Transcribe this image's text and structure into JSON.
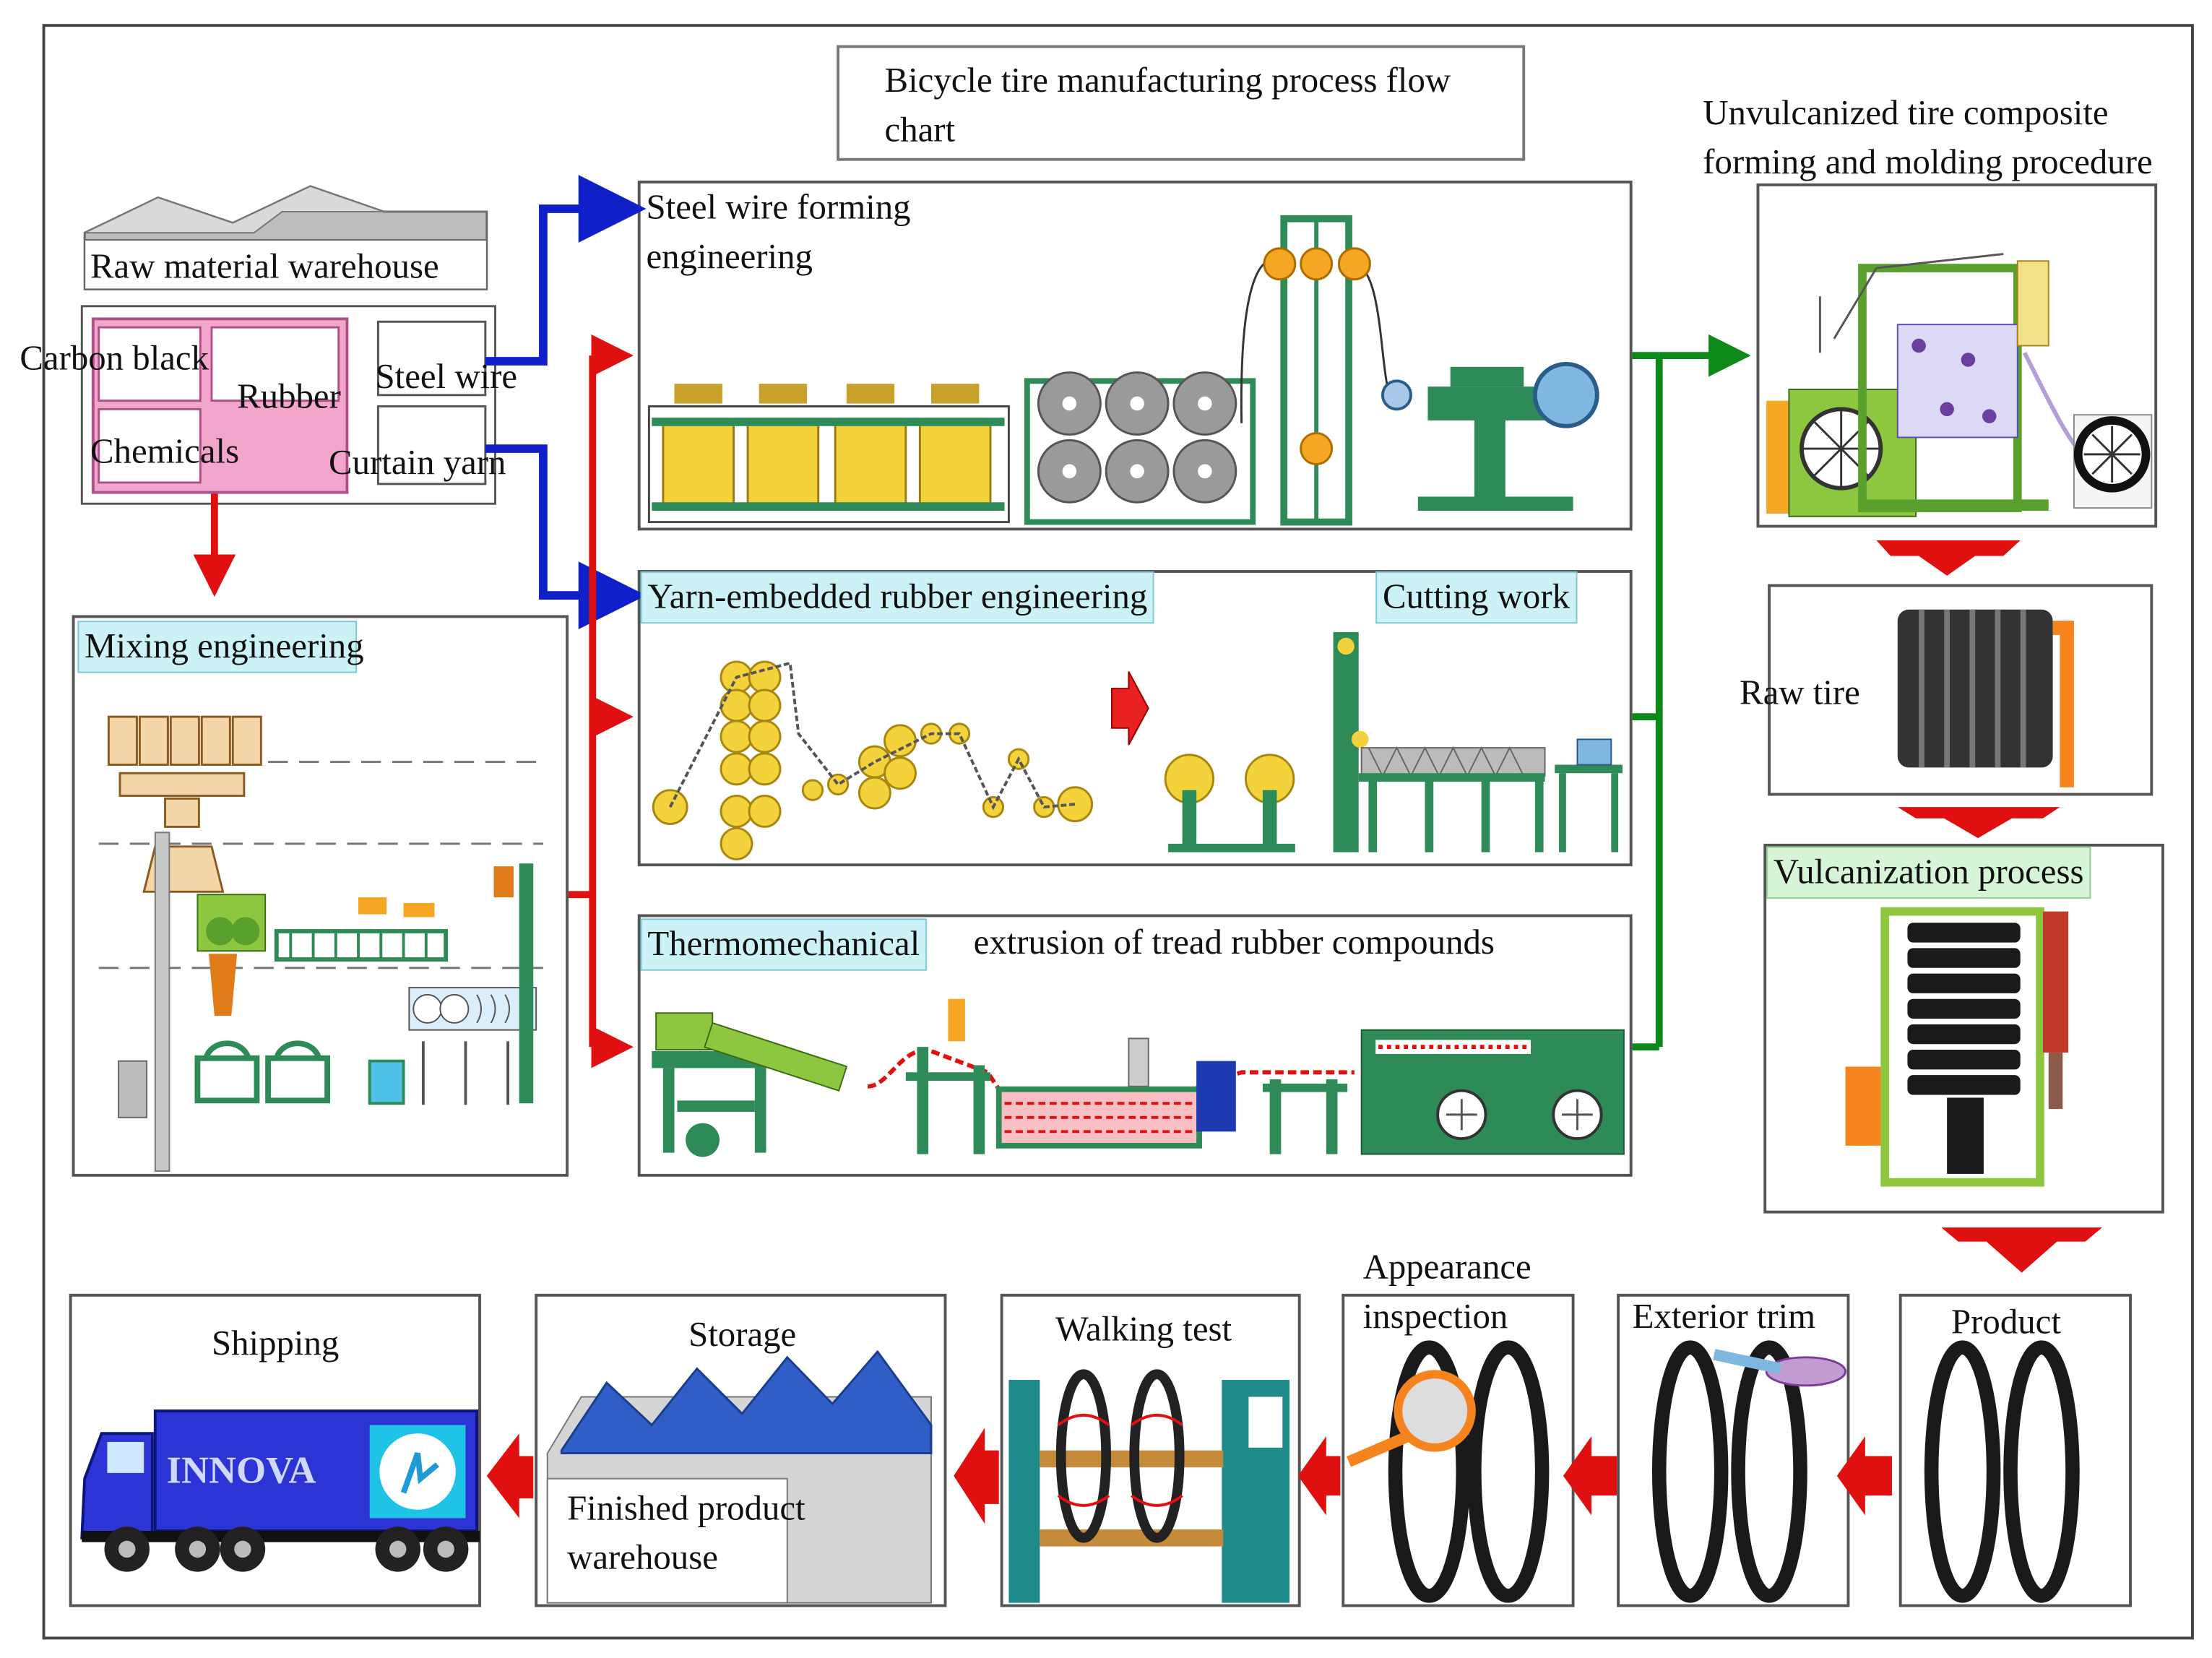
{
  "title": "Bicycle tire manufacturing process flow chart",
  "raw_materials": {
    "warehouse_label": "Raw material warehouse",
    "items": [
      "Carbon black",
      "Rubber",
      "Steel wire",
      "Chemicals",
      "Curtain yarn"
    ]
  },
  "processes": {
    "mixing": "Mixing engineering",
    "steel_wire": "Steel wire forming engineering",
    "yarn_embedded": "Yarn-embedded rubber engineering",
    "cutting": "Cutting work",
    "thermo_prefix": "Thermomechanical",
    "thermo_suffix": "extrusion of tread rubber compounds",
    "forming": "Unvulcanized tire composite forming and molding procedure",
    "raw_tire": "Raw tire",
    "vulcanization": "Vulcanization process"
  },
  "final_steps": {
    "product": "Product",
    "exterior_trim": "Exterior trim",
    "appearance_inspection": "Appearance inspection",
    "walking_test": "Walking test",
    "storage": "Storage",
    "finished_warehouse": "Finished product warehouse",
    "shipping": "Shipping",
    "truck_brand": "INNOVA"
  },
  "colors": {
    "blue_arrow": "#1020c8",
    "red_arrow": "#e01010",
    "green_arrow": "#0b8a1a",
    "machine_green": "#2e8b57",
    "label_cyan": "#ccf2f7",
    "label_green": "#d6f5d6"
  }
}
